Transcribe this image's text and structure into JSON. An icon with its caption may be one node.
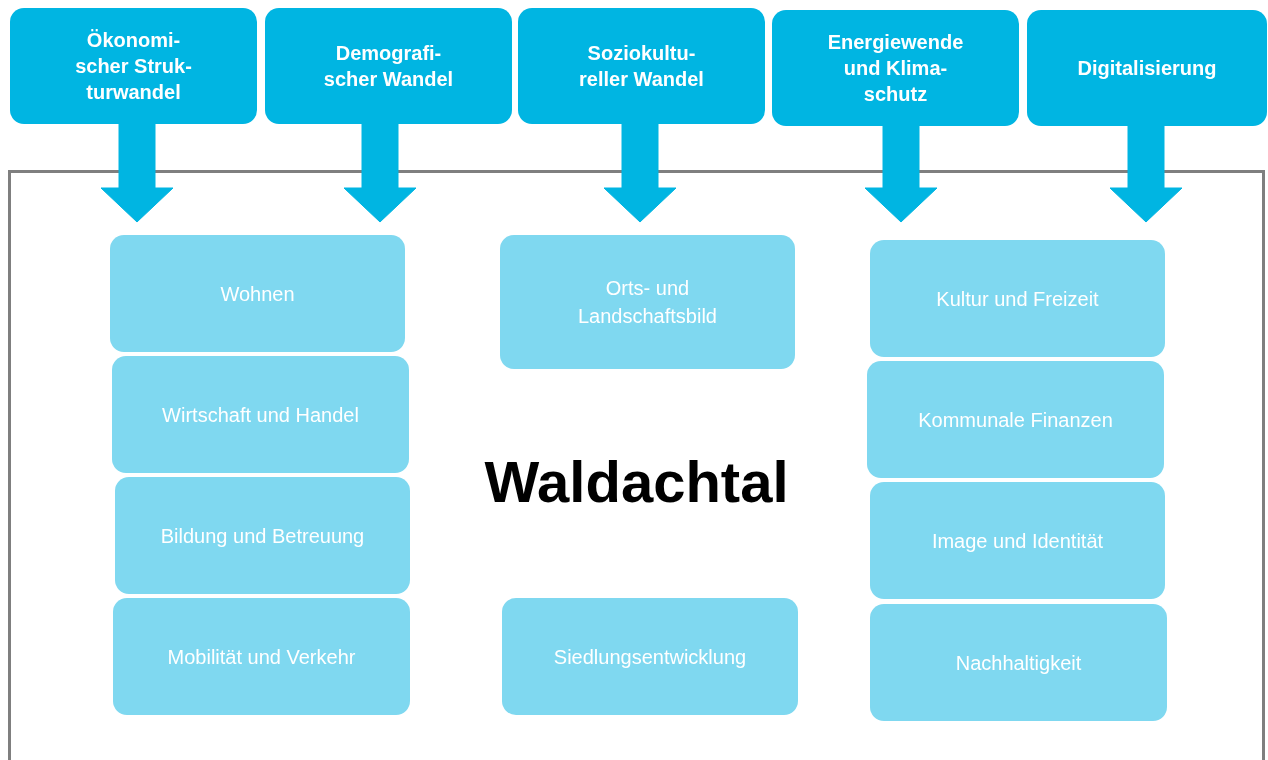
{
  "diagram": {
    "nodes": [
      {
        "text": [
          "Ökonomi- scher Struk- turwandel"
        ]
      },
      {
        "text": [
          "Demografi- scher Wandel"
        ]
      },
      {
        "text": [
          "Soziokultu- reller Wandel"
        ]
      },
      {
        "text": [
          "Energiewende und Klima- schutz"
        ]
      },
      {
        "text": [
          "Digitalisierung"
        ]
      },
      {
        "text": [
          "Waldachtal"
        ]
      },
      {
        "text": [
          "Wohnen"
        ],
        "in": 5
      },
      {
        "text": [
          "Wirtschaft und Handel"
        ],
        "in": 5
      },
      {
        "text": [
          "Bildung und Betreuung"
        ],
        "in": 5
      },
      {
        "text": [
          "Mobilität und Verkehr"
        ],
        "in": 5
      },
      {
        "text": [
          "Orts- und Landschaftsbild"
        ],
        "in": 5
      },
      {
        "text": [
          "Siedlungsentwicklung"
        ],
        "in": 5
      },
      {
        "text": [
          "Kultur und Freizeit"
        ],
        "in": 5
      },
      {
        "text": [
          "Kommunale Finanzen"
        ],
        "in": 5
      },
      {
        "text": [
          "Image und Identität"
        ],
        "in": 5
      },
      {
        "text": [
          "Nachhaltigkeit"
        ],
        "in": 5
      }
    ],
    "edges": [
      {
        "from": 0,
        "to": 5,
        "arrow": "to"
      },
      {
        "from": 1,
        "to": 5,
        "arrow": "to"
      },
      {
        "from": 2,
        "to": 5,
        "arrow": "to"
      },
      {
        "from": 3,
        "to": 5,
        "arrow": "to"
      },
      {
        "from": 4,
        "to": 5,
        "arrow": "to"
      }
    ]
  }
}
